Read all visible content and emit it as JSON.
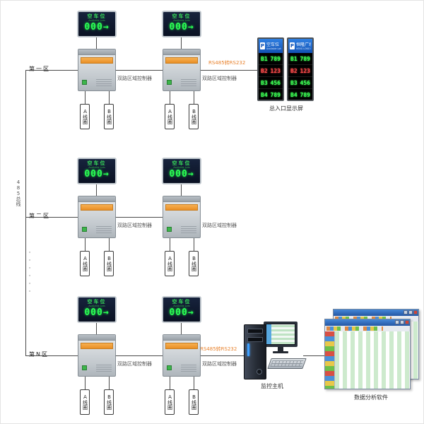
{
  "bus": {
    "label": "485总线",
    "dots": "······"
  },
  "zones": [
    {
      "name": "第一区"
    },
    {
      "name": "第二区"
    },
    {
      "name": "第N区"
    }
  ],
  "sign": {
    "title": "空车位",
    "subtitle": "Available Lots",
    "value": "000→"
  },
  "controller": {
    "label": "双路区域控制器"
  },
  "coils": {
    "a": "A线圈",
    "b": "B线圈"
  },
  "links": {
    "display_link": "RS485转RS232",
    "host_link": "RS485转RS232"
  },
  "entrance": {
    "label": "总入口显示屏",
    "panels": [
      {
        "logo": "P",
        "title": "空车位",
        "subtitle": "Available Lots",
        "rows": [
          {
            "label": "B1",
            "value": "789",
            "color": "#3dff55"
          },
          {
            "label": "B2",
            "value": "123",
            "color": "#ff4b4b"
          },
          {
            "label": "B3",
            "value": "456",
            "color": "#3dff55"
          },
          {
            "label": "B4",
            "value": "789",
            "color": "#3dff55"
          }
        ]
      },
      {
        "logo": "P",
        "title": "恒隆广场",
        "subtitle": "HENG LONG PLAZA",
        "rows": [
          {
            "label": "B1",
            "value": "789",
            "color": "#3dff55"
          },
          {
            "label": "B2",
            "value": "123",
            "color": "#ff4b4b"
          },
          {
            "label": "B3",
            "value": "456",
            "color": "#3dff55"
          },
          {
            "label": "B4",
            "value": "789",
            "color": "#3dff55"
          }
        ]
      }
    ]
  },
  "host": {
    "label": "监控主机"
  },
  "software": {
    "label": "数据分析软件"
  }
}
